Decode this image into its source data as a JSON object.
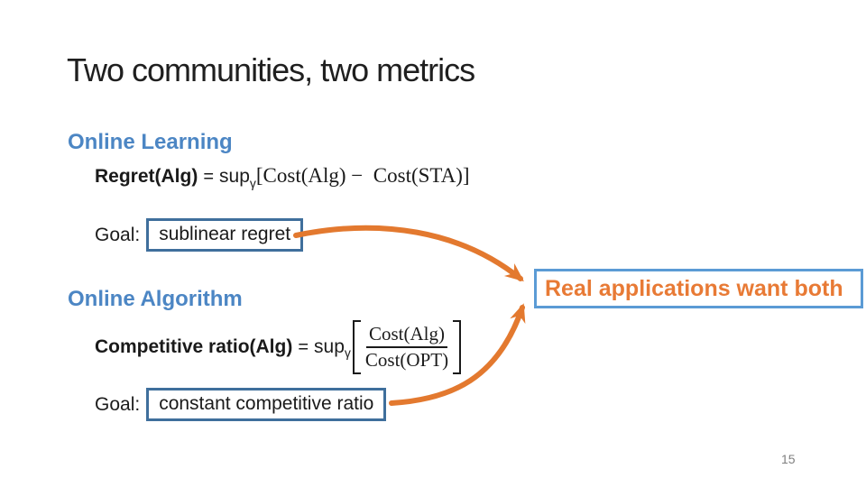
{
  "title": "Two communities, two metrics",
  "page_number": "15",
  "learning": {
    "heading": "Online Learning",
    "lhs": "Regret(Alg)",
    "eq": "=",
    "sup": "sup",
    "sub": "γ",
    "rhs": "[Cost(Alg) −  Cost(STA)]",
    "goal_label": "Goal:",
    "goal": "sublinear regret"
  },
  "algorithm": {
    "heading": "Online Algorithm",
    "lhs": "Competitive ratio(Alg)",
    "eq": "=",
    "sup": "sup",
    "sub": "γ",
    "numerator": "Cost(Alg)",
    "denominator": "Cost(OPT)",
    "goal_label": "Goal:",
    "goal": "constant competitive ratio"
  },
  "callout": {
    "text": "Real applications want both"
  },
  "colors": {
    "heading_blue": "#4c86c4",
    "goal_box_border": "#3f6f9c",
    "callout_border": "#5b9bd5",
    "callout_text_orange": "#e87a35",
    "arrow_orange": "#e3792f",
    "page_number_gray": "#808080",
    "background": "#ffffff"
  }
}
